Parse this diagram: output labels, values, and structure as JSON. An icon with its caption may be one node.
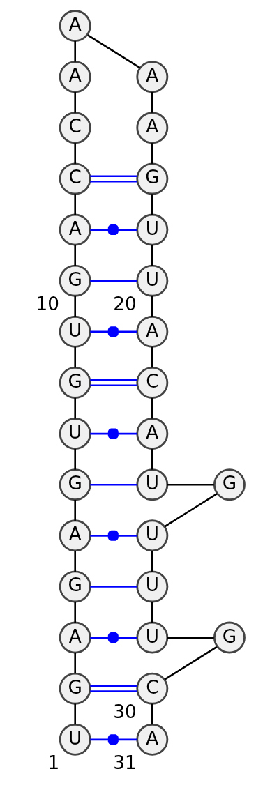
{
  "diagram": {
    "nodes": [
      {
        "text": [
          "U"
        ],
        "beside": [
          "1"
        ]
      },
      {
        "text": [
          "G"
        ]
      },
      {
        "text": [
          "A"
        ]
      },
      {
        "text": [
          "G"
        ]
      },
      {
        "text": [
          "A"
        ]
      },
      {
        "text": [
          "G"
        ]
      },
      {
        "text": [
          "U"
        ]
      },
      {
        "text": [
          "G"
        ]
      },
      {
        "text": [
          "U"
        ]
      },
      {
        "text": [
          "G"
        ],
        "beside": [
          "10"
        ]
      },
      {
        "text": [
          "A"
        ]
      },
      {
        "text": [
          "C"
        ]
      },
      {
        "text": [
          "C"
        ]
      },
      {
        "text": [
          "A"
        ]
      },
      {
        "text": [
          "A"
        ]
      },
      {
        "text": [
          "A"
        ]
      },
      {
        "text": [
          "A"
        ]
      },
      {
        "text": [
          "G"
        ]
      },
      {
        "text": [
          "U"
        ]
      },
      {
        "text": [
          "U"
        ],
        "beside": [
          "20"
        ]
      },
      {
        "text": [
          "A"
        ]
      },
      {
        "text": [
          "C"
        ]
      },
      {
        "text": [
          "A"
        ]
      },
      {
        "text": [
          "U"
        ]
      },
      {
        "text": [
          "G"
        ]
      },
      {
        "text": [
          "U"
        ]
      },
      {
        "text": [
          "U"
        ]
      },
      {
        "text": [
          "U"
        ]
      },
      {
        "text": [
          "G"
        ]
      },
      {
        "text": [
          "C"
        ],
        "beside": [
          "30"
        ]
      },
      {
        "text": [
          "A"
        ],
        "beside": [
          "31"
        ]
      }
    ],
    "edges": [
      {
        "from": 0,
        "to": 1,
        "arrow": "none"
      },
      {
        "from": 1,
        "to": 2,
        "arrow": "none"
      },
      {
        "from": 2,
        "to": 3,
        "arrow": "none"
      },
      {
        "from": 3,
        "to": 4,
        "arrow": "none"
      },
      {
        "from": 4,
        "to": 5,
        "arrow": "none"
      },
      {
        "from": 5,
        "to": 6,
        "arrow": "none"
      },
      {
        "from": 6,
        "to": 7,
        "arrow": "none"
      },
      {
        "from": 7,
        "to": 8,
        "arrow": "none"
      },
      {
        "from": 8,
        "to": 9,
        "arrow": "none"
      },
      {
        "from": 9,
        "to": 10,
        "arrow": "none"
      },
      {
        "from": 10,
        "to": 11,
        "arrow": "none"
      },
      {
        "from": 11,
        "to": 12,
        "arrow": "none"
      },
      {
        "from": 12,
        "to": 13,
        "arrow": "none"
      },
      {
        "from": 13,
        "to": 14,
        "arrow": "none"
      },
      {
        "from": 14,
        "to": 15,
        "arrow": "none"
      },
      {
        "from": 15,
        "to": 16,
        "arrow": "none"
      },
      {
        "from": 16,
        "to": 17,
        "arrow": "none"
      },
      {
        "from": 17,
        "to": 18,
        "arrow": "none"
      },
      {
        "from": 18,
        "to": 19,
        "arrow": "none"
      },
      {
        "from": 19,
        "to": 20,
        "arrow": "none"
      },
      {
        "from": 20,
        "to": 21,
        "arrow": "none"
      },
      {
        "from": 21,
        "to": 22,
        "arrow": "none"
      },
      {
        "from": 22,
        "to": 23,
        "arrow": "none"
      },
      {
        "from": 23,
        "to": 24,
        "arrow": "none"
      },
      {
        "from": 24,
        "to": 25,
        "arrow": "none"
      },
      {
        "from": 25,
        "to": 26,
        "arrow": "none"
      },
      {
        "from": 26,
        "to": 27,
        "arrow": "none"
      },
      {
        "from": 27,
        "to": 28,
        "arrow": "none"
      },
      {
        "from": 28,
        "to": 29,
        "arrow": "none"
      },
      {
        "from": 29,
        "to": 30,
        "arrow": "none"
      },
      {
        "from": 0,
        "to": 30,
        "arrow": "none",
        "color": "#0000ff"
      },
      {
        "from": 1,
        "to": 29,
        "arrow": "none",
        "color": "#0000ff"
      },
      {
        "from": 2,
        "to": 27,
        "arrow": "none",
        "color": "#0000ff"
      },
      {
        "from": 3,
        "to": 26,
        "arrow": "none",
        "color": "#0000ff"
      },
      {
        "from": 4,
        "to": 25,
        "arrow": "none",
        "color": "#0000ff"
      },
      {
        "from": 5,
        "to": 23,
        "arrow": "none",
        "color": "#0000ff"
      },
      {
        "from": 6,
        "to": 22,
        "arrow": "none",
        "color": "#0000ff"
      },
      {
        "from": 7,
        "to": 21,
        "arrow": "none",
        "color": "#0000ff"
      },
      {
        "from": 8,
        "to": 20,
        "arrow": "none",
        "color": "#0000ff"
      },
      {
        "from": 9,
        "to": 19,
        "arrow": "none",
        "color": "#0000ff"
      },
      {
        "from": 10,
        "to": 18,
        "arrow": "none",
        "color": "#0000ff"
      },
      {
        "from": 11,
        "to": 17,
        "arrow": "none",
        "color": "#0000ff"
      }
    ]
  }
}
